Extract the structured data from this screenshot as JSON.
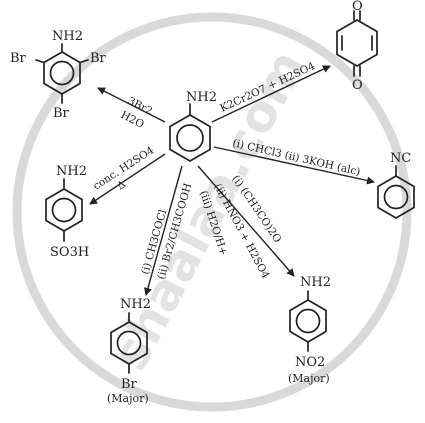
{
  "watermark": {
    "text": "shaalaa.com"
  },
  "center": {
    "group": "NH2"
  },
  "products": {
    "tribromo": {
      "top": "NH2",
      "left": "Br",
      "right": "Br",
      "bottom": "Br"
    },
    "benzoquinone": {
      "top": "O",
      "bottom": "O"
    },
    "isocyanide": {
      "group": "NC"
    },
    "sulfanilic": {
      "top": "NH2",
      "bottom": "SO3H"
    },
    "bromoaniline": {
      "top": "NH2",
      "bottom": "Br",
      "note": "(Major)"
    },
    "nitroaniline": {
      "top": "NH2",
      "bottom": "NO2",
      "note": "(Major)"
    }
  },
  "reagents": {
    "bromination": {
      "line1": "3Br2",
      "line2": "H2O"
    },
    "oxidation": "K2Cr2O7 + H2SO4",
    "carbylamine": "(i) CHCl3 (ii) 3KOH (alc)",
    "sulfonation": {
      "line1": "conc. H2SO4",
      "line2": "Δ"
    },
    "acetyl_ch3cocl": "(i) CH3COCl",
    "bromo_acetic": "(ii) Br2/CH3COOH",
    "nitration": "(iii) H2O/H+",
    "nitration2": "(ii) HNO3 + H2SO4",
    "acetic_anhydride": "(i) (CH3CO)2O"
  }
}
